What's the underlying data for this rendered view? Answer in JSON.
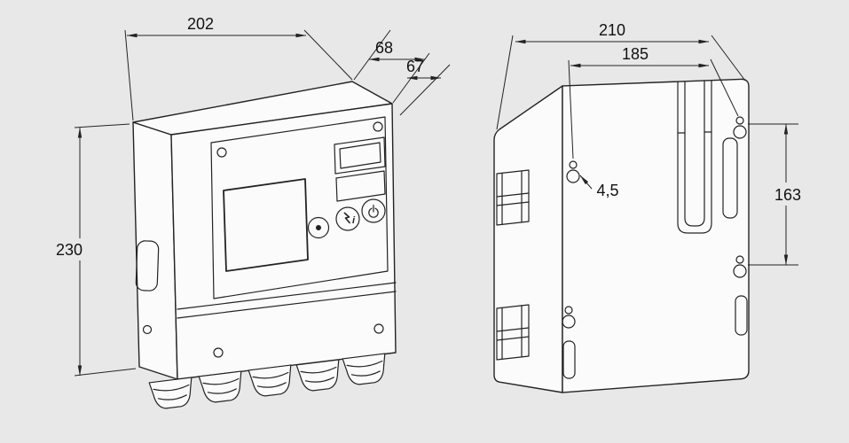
{
  "colors": {
    "background": "#e8e8e8",
    "line": "#232323",
    "face": "#fbfbfb"
  },
  "icons": {
    "reset_button": "dot",
    "info_button": "lightning-i",
    "power_button": "power-symbol"
  },
  "views": {
    "front": {
      "name": "front-isometric-view",
      "dim_width": "202",
      "dim_depth_total": "68",
      "dim_depth_body": "67",
      "dim_height": "230",
      "info_button_glyph": "i"
    },
    "rear": {
      "name": "rear-mounting-view",
      "dim_width": "210",
      "dim_hole_spacing_h": "185",
      "dim_hole_diameter": "4,5",
      "dim_hole_spacing_v": "163"
    }
  }
}
